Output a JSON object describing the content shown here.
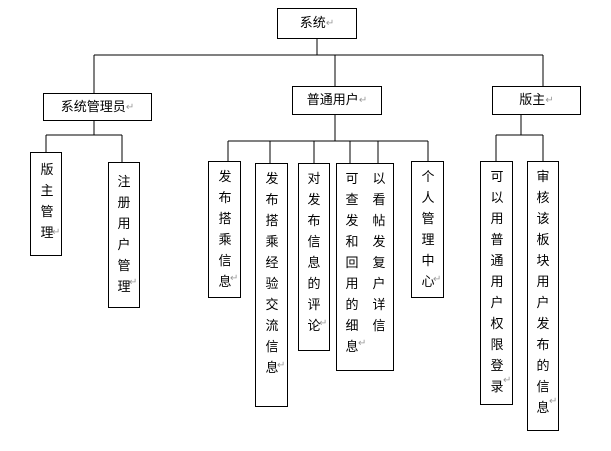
{
  "diagram": {
    "root": {
      "label": "系统"
    },
    "roles": {
      "admin": {
        "label": "系统管理员",
        "children": {
          "moderator_management": "版主管理",
          "registered_user_management": "注册用户管理"
        }
      },
      "user": {
        "label": "普通用户",
        "children": {
          "publish_ride_info": "发布搭乘信息",
          "publish_experience_info": "发布搭乘经验交流信息",
          "comment_on_info": "对发布信息的评论",
          "view_and_reply_col1": "可查发和回用的细息",
          "view_and_reply_col2": "以看帖发复户详信",
          "personal_center": "个人管理中心"
        }
      },
      "moderator": {
        "label": "版主",
        "children": {
          "login_with_user_permission": "可以用普通用户权限登录",
          "review_posts": "审核该板块用户发布的信息"
        }
      }
    },
    "paragraph_mark": "↵",
    "colors": {
      "line": "#000000",
      "box_border": "#000000",
      "mark": "#999999"
    }
  }
}
